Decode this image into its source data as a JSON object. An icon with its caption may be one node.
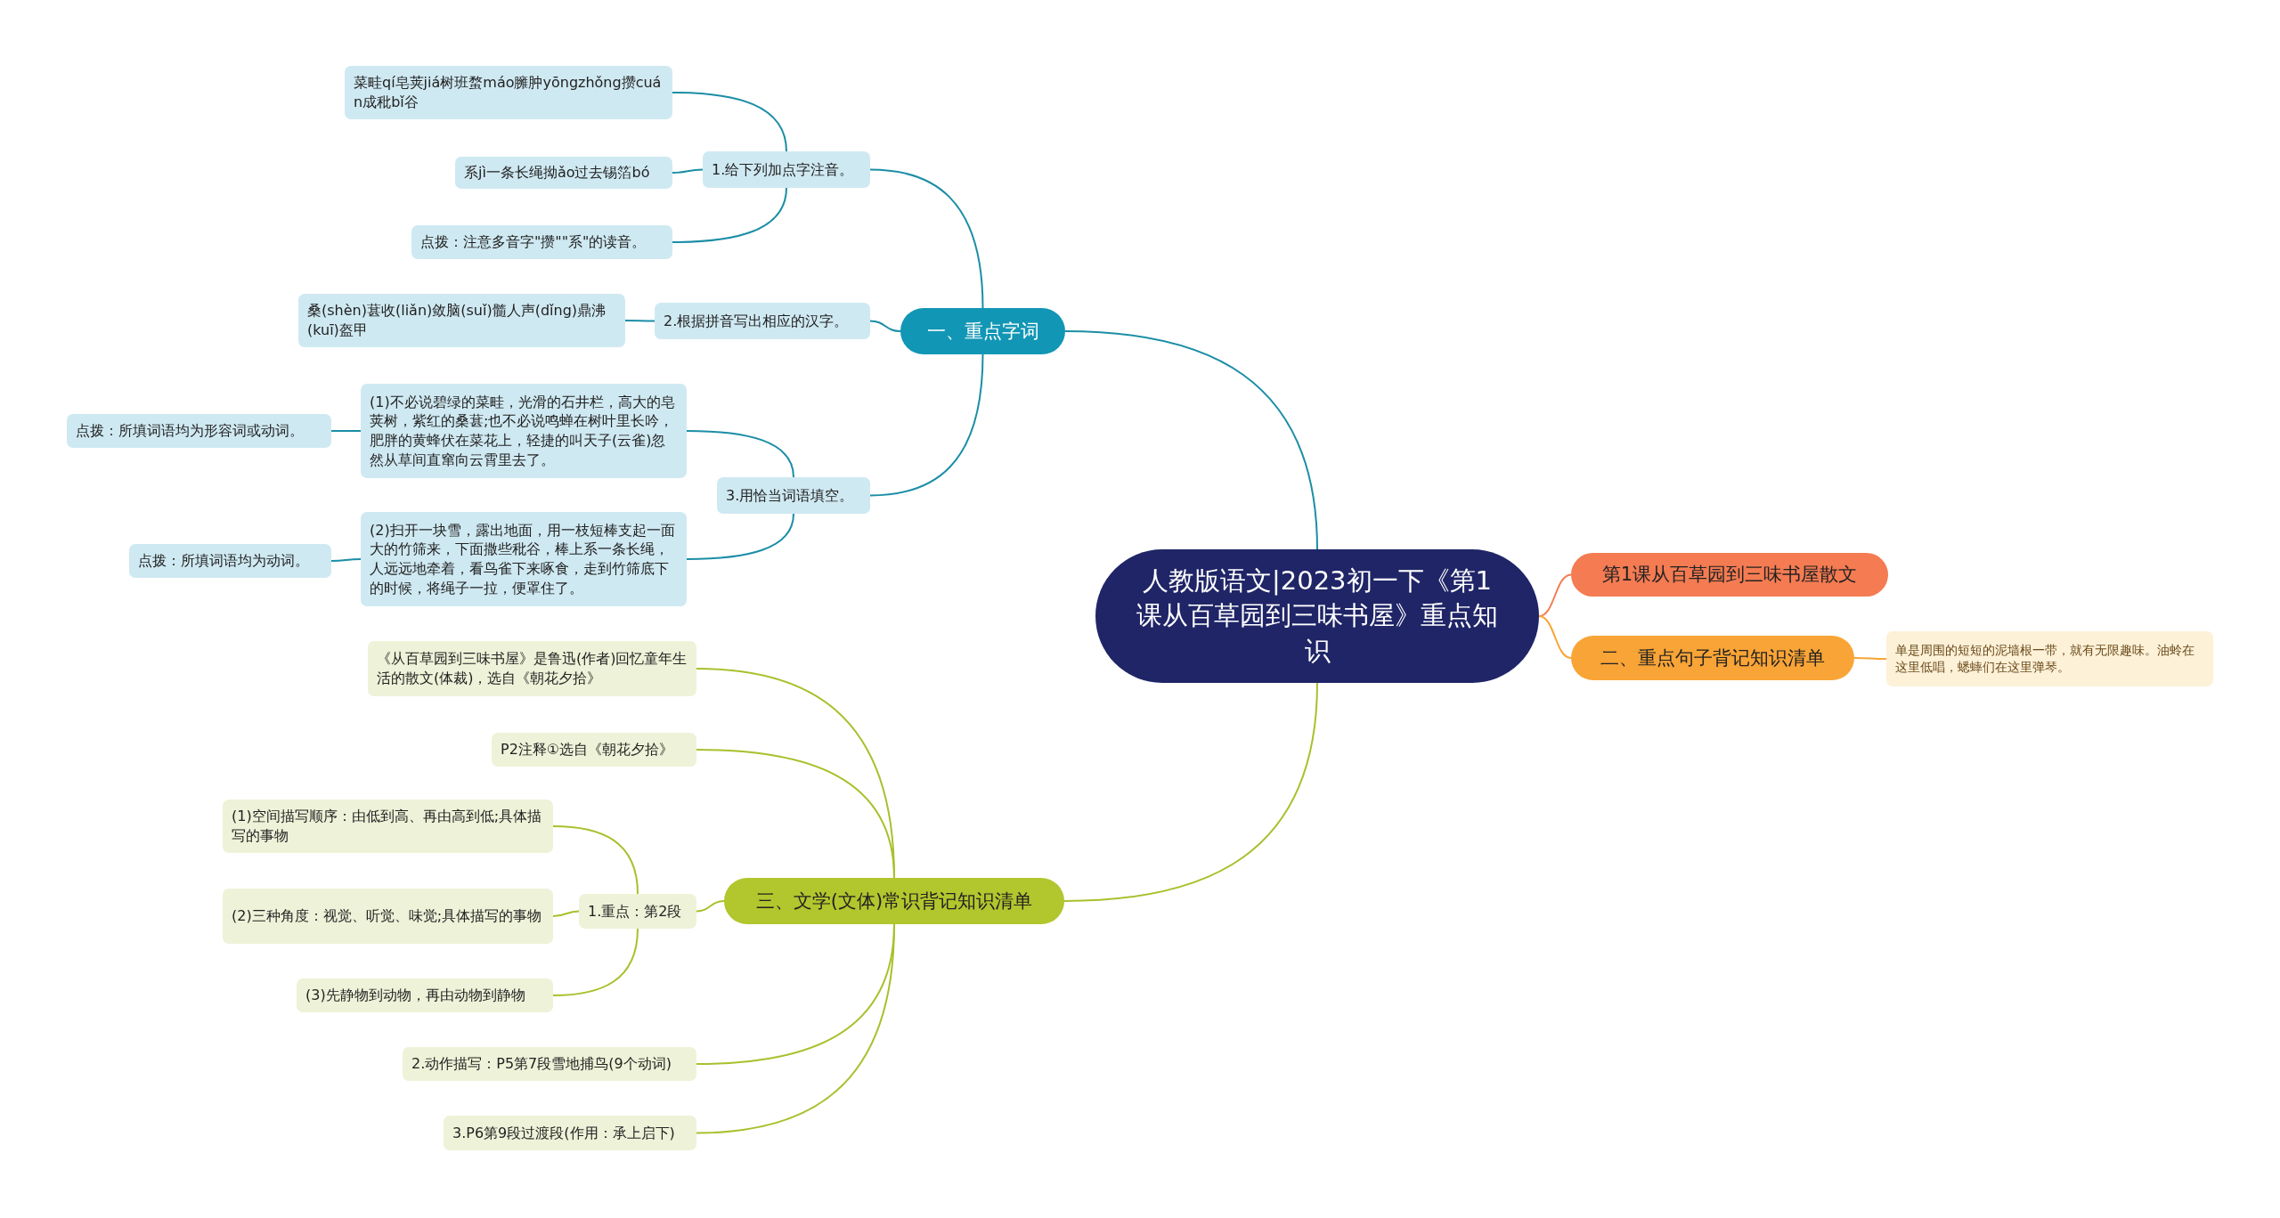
{
  "diagram": {
    "nodes": [
      {
        "text": [
          "人教版语文|2023初一下《第1课从百草园到三味书屋》重点知识"
        ]
      },
      {
        "text": [
          "一、重点字词"
        ]
      },
      {
        "text": [
          "1.给下列加点字注音。"
        ]
      },
      {
        "text": [
          "菜畦qí皂荚jiá树班蝥máo臃肿yōngzhǒng攒cuán成秕bǐ谷"
        ]
      },
      {
        "text": [
          "系jì一条长绳拗ǎo过去锡箔bó"
        ]
      },
      {
        "text": [
          "点拨：注意多音字\"攒\"\"系\"的读音。"
        ]
      },
      {
        "text": [
          "2.根据拼音写出相应的汉字。"
        ]
      },
      {
        "text": [
          "桑(shèn)葚收(liǎn)敛脑(suǐ)髓人声(dǐng)鼎沸(kuī)盔甲"
        ]
      },
      {
        "text": [
          "3.用恰当词语填空。"
        ]
      },
      {
        "text": [
          "(1)不必说碧绿的菜畦，光滑的石井栏，高大的皂荚树，紫红的桑葚;也不必说鸣蝉在树叶里长吟，肥胖的黄蜂伏在菜花上，轻捷的叫天子(云雀)忽然从草间直窜向云霄里去了。"
        ]
      },
      {
        "text": [
          "点拨：所填词语均为形容词或动词。"
        ]
      },
      {
        "text": [
          "(2)扫开一块雪，露出地面，用一枝短棒支起一面大的竹筛来，下面撒些秕谷，棒上系一条长绳，人远远地牵着，看鸟雀下来啄食，走到竹筛底下的时候，将绳子一拉，便罩住了。"
        ]
      },
      {
        "text": [
          "点拨：所填词语均为动词。"
        ]
      },
      {
        "text": [
          "第1课从百草园到三味书屋散文"
        ]
      },
      {
        "text": [
          "二、重点句子背记知识清单"
        ]
      },
      {
        "text": [
          "单是周围的短短的泥墙根一带，就有无限趣味。油蛉在这里低唱，蟋蟀们在这里弹琴。"
        ]
      },
      {
        "text": [
          "三、文学(文体)常识背记知识清单"
        ]
      },
      {
        "text": [
          "《从百草园到三味书屋》是鲁迅(作者)回忆童年生活的散文(体裁)，选自《朝花夕拾》"
        ]
      },
      {
        "text": [
          "P2注释①选自《朝花夕拾》"
        ]
      },
      {
        "text": [
          "1.重点：第2段"
        ]
      },
      {
        "text": [
          "(1)空间描写顺序：由低到高、再由高到低;具体描写的事物"
        ]
      },
      {
        "text": [
          "(2)三种角度：视觉、听觉、味觉;具体描写的事物"
        ]
      },
      {
        "text": [
          "(3)先静物到动物，再由动物到静物"
        ]
      },
      {
        "text": [
          "2.动作描写：P5第7段雪地捕鸟(9个动词)"
        ]
      },
      {
        "text": [
          "3.P6第9段过渡段(作用：承上启下)"
        ]
      }
    ],
    "edges": [
      {
        "from": 0,
        "to": 1,
        "arrow": "none"
      },
      {
        "from": 1,
        "to": 2,
        "arrow": "none"
      },
      {
        "from": 2,
        "to": 3,
        "arrow": "none"
      },
      {
        "from": 2,
        "to": 4,
        "arrow": "none"
      },
      {
        "from": 2,
        "to": 5,
        "arrow": "none"
      },
      {
        "from": 1,
        "to": 6,
        "arrow": "none"
      },
      {
        "from": 6,
        "to": 7,
        "arrow": "none"
      },
      {
        "from": 1,
        "to": 8,
        "arrow": "none"
      },
      {
        "from": 8,
        "to": 9,
        "arrow": "none"
      },
      {
        "from": 9,
        "to": 10,
        "arrow": "none"
      },
      {
        "from": 8,
        "to": 11,
        "arrow": "none"
      },
      {
        "from": 11,
        "to": 12,
        "arrow": "none"
      },
      {
        "from": 0,
        "to": 13,
        "arrow": "none",
        "color": "#f47b52"
      },
      {
        "from": 0,
        "to": 14,
        "arrow": "none",
        "color": "#f9a436"
      },
      {
        "from": 14,
        "to": 15,
        "arrow": "none",
        "color": "#f9a436"
      },
      {
        "from": 0,
        "to": 16,
        "arrow": "none",
        "color": "#a9c02c"
      },
      {
        "from": 16,
        "to": 17,
        "arrow": "none",
        "color": "#a9c02c"
      },
      {
        "from": 16,
        "to": 18,
        "arrow": "none",
        "color": "#a9c02c"
      },
      {
        "from": 16,
        "to": 19,
        "arrow": "none",
        "color": "#a9c02c"
      },
      {
        "from": 19,
        "to": 20,
        "arrow": "none",
        "color": "#a9c02c"
      },
      {
        "from": 19,
        "to": 21,
        "arrow": "none",
        "color": "#a9c02c"
      },
      {
        "from": 19,
        "to": 22,
        "arrow": "none",
        "color": "#a9c02c"
      },
      {
        "from": 16,
        "to": 23,
        "arrow": "none",
        "color": "#a9c02c"
      },
      {
        "from": 16,
        "to": 24,
        "arrow": "none",
        "color": "#a9c02c"
      }
    ]
  }
}
